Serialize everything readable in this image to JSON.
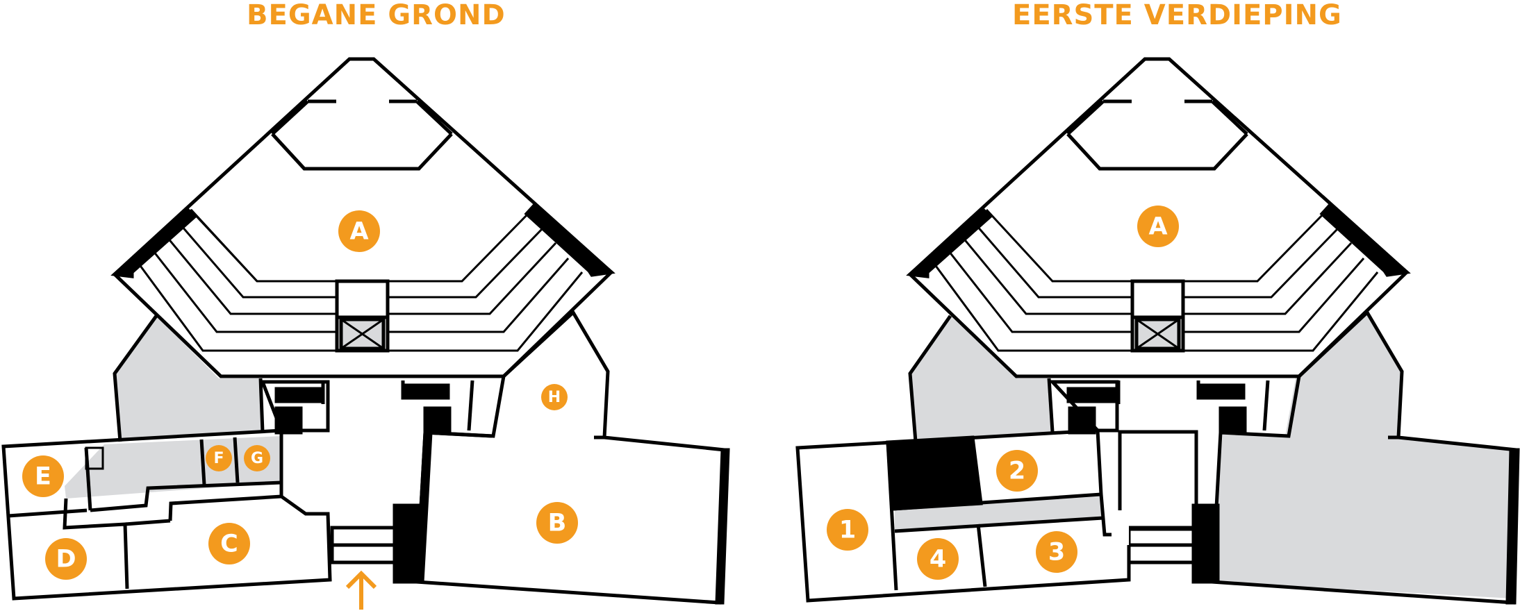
{
  "floors": {
    "ground": {
      "title": "BEGANE GROND",
      "markers": [
        "A",
        "B",
        "C",
        "D",
        "E",
        "F",
        "G",
        "H"
      ]
    },
    "first": {
      "title": "EERSTE VERDIEPING",
      "markers": [
        "A",
        "1",
        "2",
        "3",
        "4"
      ]
    }
  },
  "colors": {
    "accent": "#f39a1e",
    "wall": "#000000",
    "gray_area": "#d9dadc",
    "background": "#ffffff"
  }
}
